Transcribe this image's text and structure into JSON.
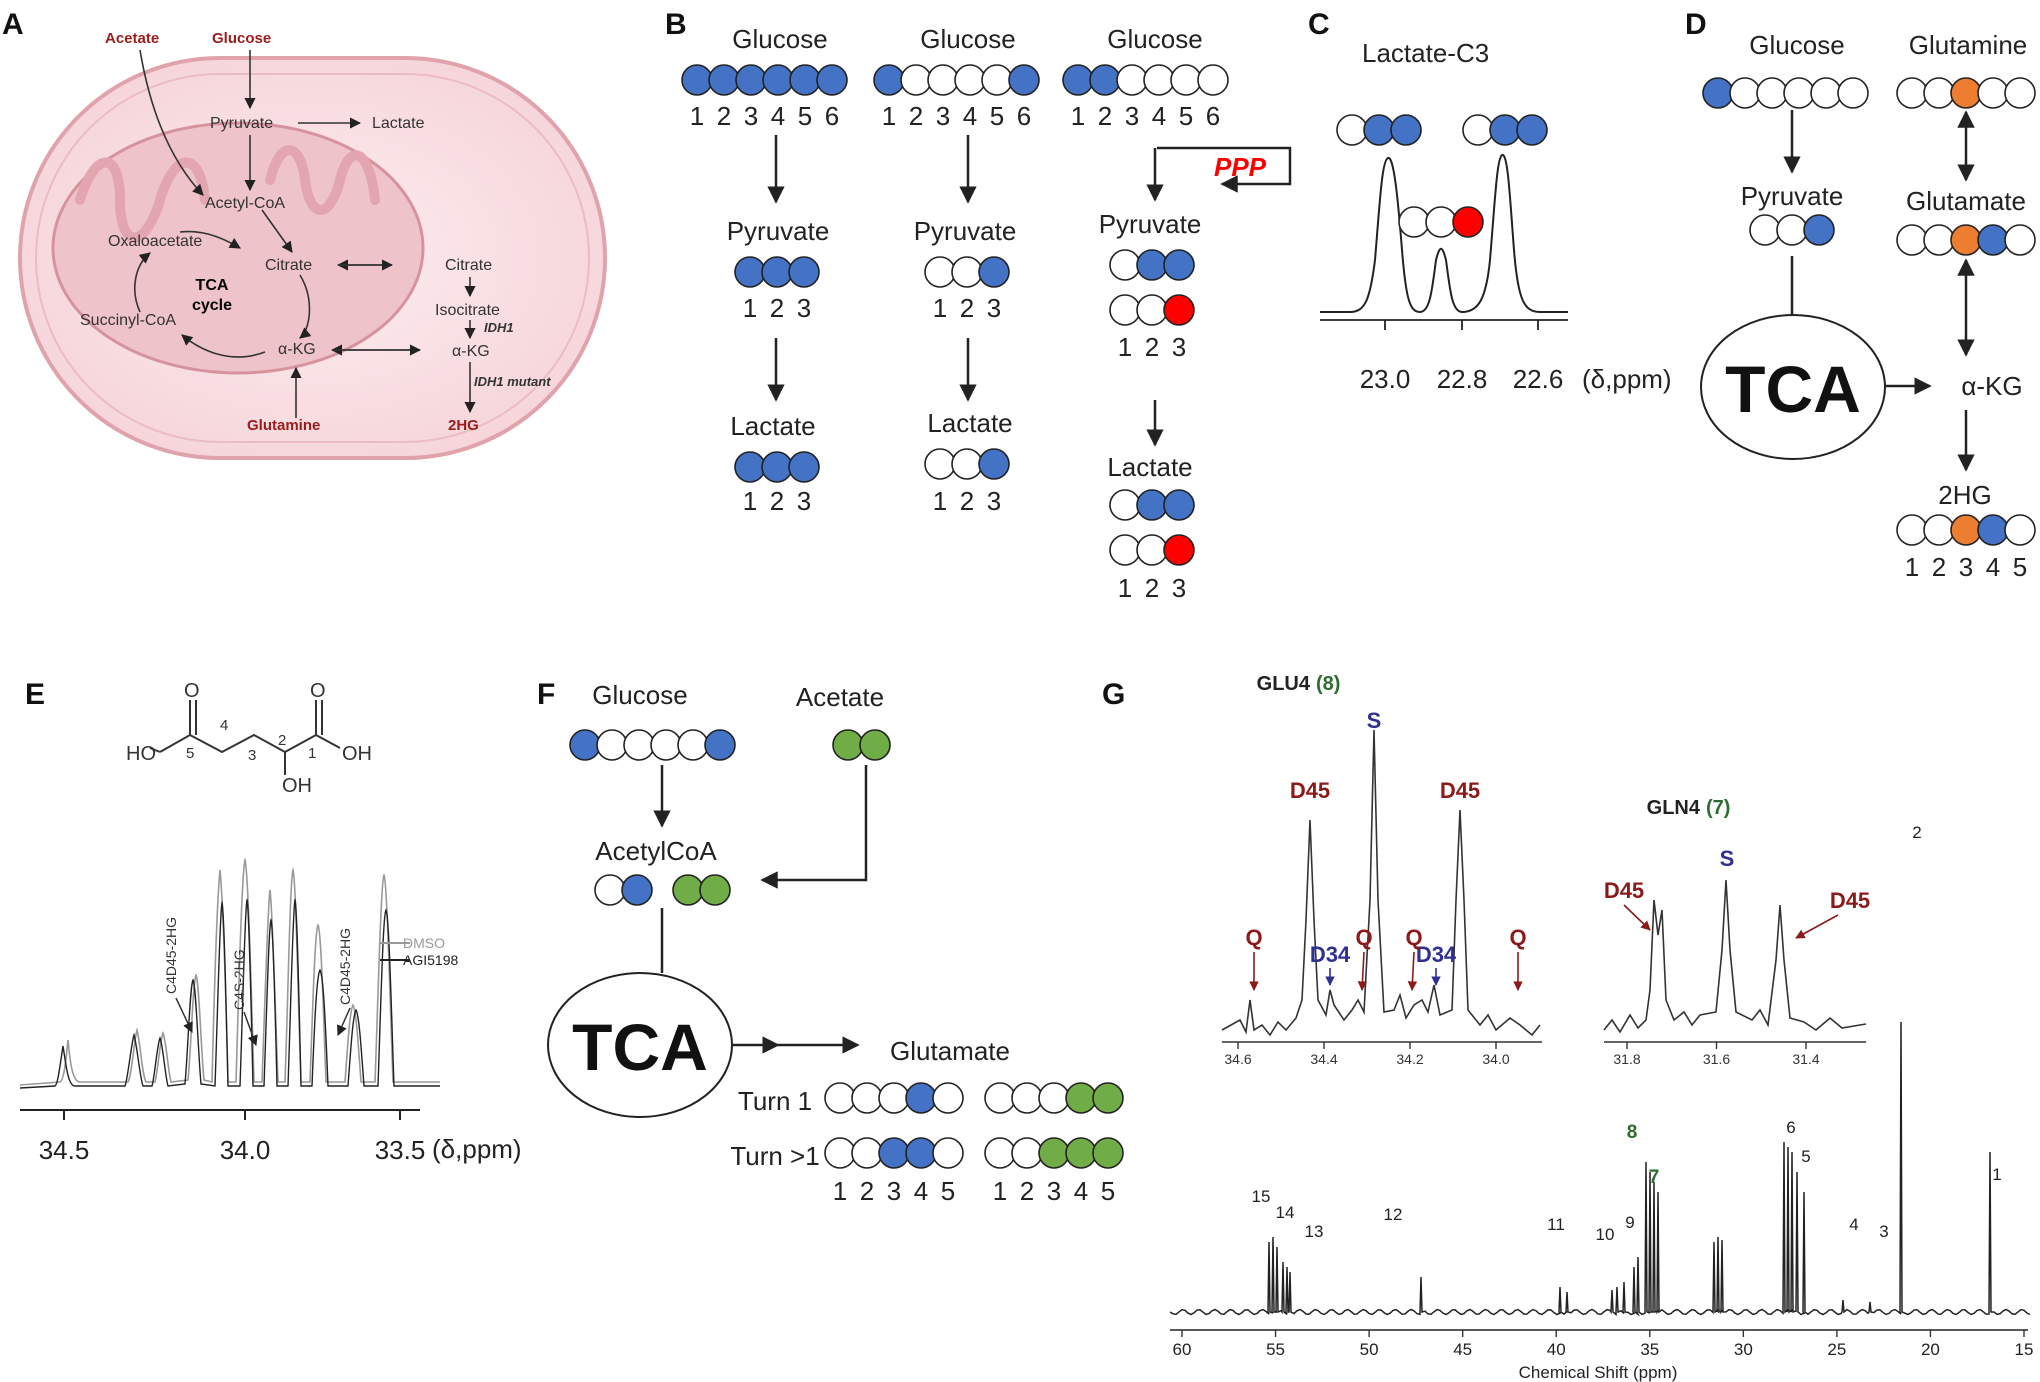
{
  "panels": {
    "a": {
      "label": "A",
      "inputs": {
        "acetate": "Acetate",
        "glucose": "Glucose",
        "glutamine": "Glutamine"
      },
      "metabolites": {
        "pyruvate": "Pyruvate",
        "lactate": "Lactate",
        "acetyl_coa": "Acetyl-CoA",
        "oxaloacetate": "Oxaloacetate",
        "citrate": "Citrate",
        "succinyl_coa": "Succinyl-CoA",
        "akg": "α-KG",
        "citrate_cyto": "Citrate",
        "isocitrate": "Isocitrate",
        "akg_cyto": "α-KG",
        "tca_line1": "TCA",
        "tca_line2": "cycle"
      },
      "enzymes": {
        "idh1": "IDH1",
        "idh1_mutant": "IDH1 mutant"
      },
      "product": "2HG"
    },
    "b": {
      "label": "B",
      "glucose": "Glucose",
      "pyruvate": "Pyruvate",
      "lactate": "Lactate",
      "ppp": "PPP",
      "nums6": [
        "1",
        "2",
        "3",
        "4",
        "5",
        "6"
      ],
      "nums3": [
        "1",
        "2",
        "3"
      ]
    },
    "c": {
      "label": "C",
      "title": "Lactate-C3",
      "ticks": [
        "23.0",
        "22.8",
        "22.6"
      ],
      "unit": "(δ,ppm)"
    },
    "d": {
      "label": "D",
      "glucose": "Glucose",
      "glutamine": "Glutamine",
      "pyruvate": "Pyruvate",
      "glutamate": "Glutamate",
      "tca": "TCA",
      "akg": "α-KG",
      "hg2": "2HG",
      "nums5": [
        "1",
        "2",
        "3",
        "4",
        "5"
      ]
    },
    "e": {
      "label": "E",
      "atoms": {
        "c5": "5",
        "c4": "4",
        "c3": "3",
        "c2": "2",
        "c1": "1",
        "ho": "HO",
        "oh_right": "OH",
        "oh_bottom": "OH"
      },
      "peaks": {
        "left": "C4D45-2HG",
        "mid": "C4S-2HG",
        "right": "C4D45-2HG"
      },
      "legend": [
        "DMSO",
        "AGI5198"
      ],
      "ticks": [
        "34.5",
        "34.0",
        "33.5"
      ],
      "unit": "(δ,ppm)"
    },
    "f": {
      "label": "F",
      "glucose": "Glucose",
      "acetate": "Acetate",
      "acetylcoa": "AcetylCoA",
      "tca": "TCA",
      "glutamate": "Glutamate",
      "turn1": "Turn 1",
      "turn2": "Turn >1",
      "nums5": [
        "1",
        "2",
        "3",
        "4",
        "5"
      ]
    },
    "g": {
      "label": "G",
      "glu4": {
        "name": "GLU4",
        "num": "(8)",
        "s": "S",
        "d45": "D45",
        "d34": "D34",
        "q": "Q",
        "ticks": [
          "34.6",
          "34.4",
          "34.2",
          "34.0"
        ]
      },
      "gln4": {
        "name": "GLN4",
        "num": "(7)",
        "s": "S",
        "d45": "D45",
        "ticks": [
          "31.8",
          "31.6",
          "31.4"
        ]
      },
      "peak_numbers": [
        "15",
        "14",
        "13",
        "12",
        "11",
        "10",
        "9",
        "8",
        "7",
        "6",
        "5",
        "4",
        "3",
        "2",
        "1"
      ],
      "axis_ticks": [
        "60",
        "55",
        "50",
        "45",
        "40",
        "35",
        "30",
        "25",
        "20",
        "15"
      ],
      "xlabel": "Chemical Shift (ppm)"
    }
  },
  "colors": {
    "blue": "#4472c4",
    "red": "#ff0000",
    "orange": "#ed7d31",
    "green": "#70ad47",
    "dark_red": "#8b1a1a",
    "navy": "#2e3192",
    "dark_green": "#2e6b2e"
  }
}
